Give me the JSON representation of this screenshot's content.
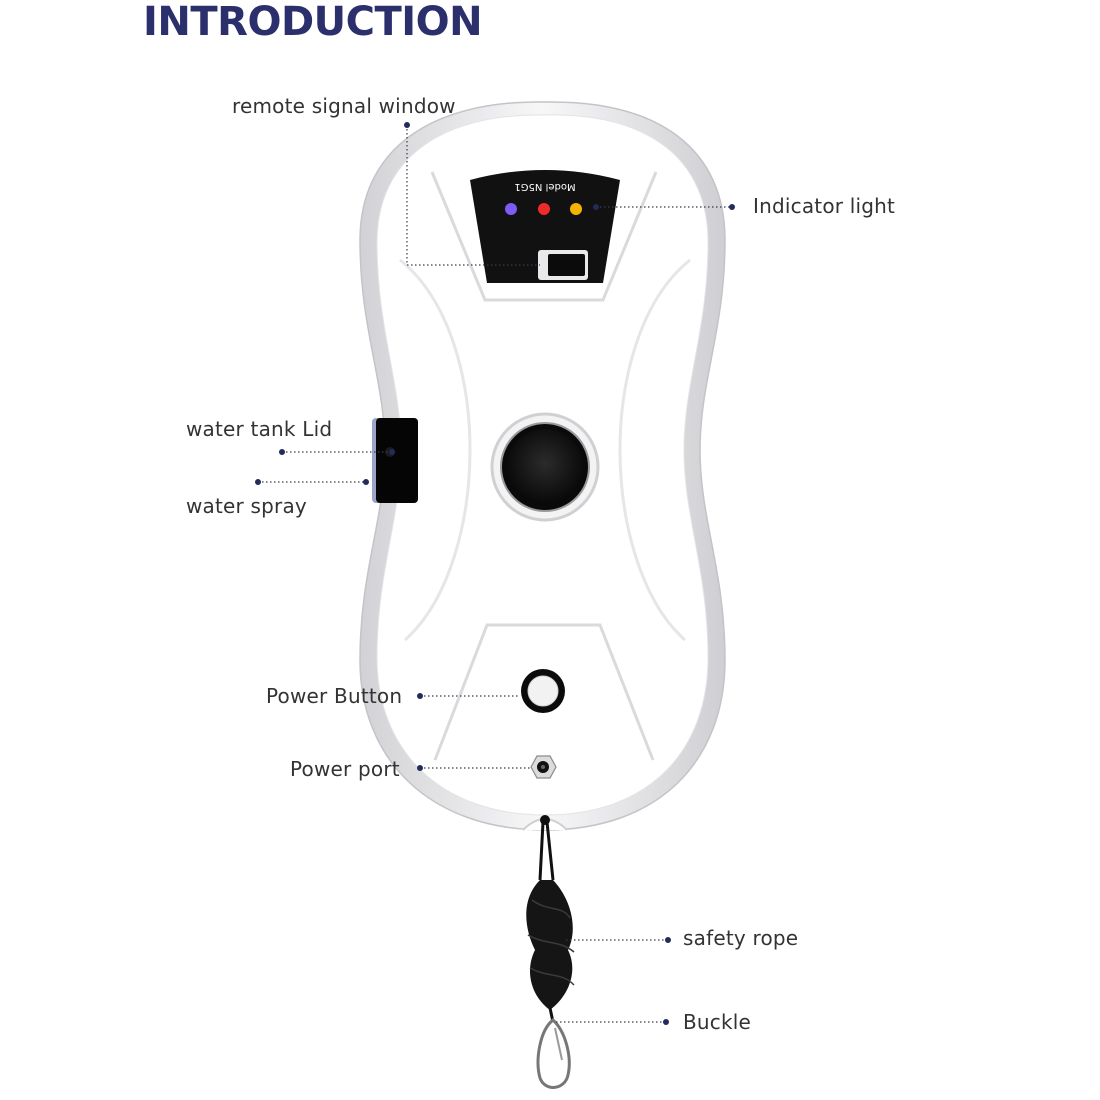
{
  "title": "INTRODUCTION",
  "colors": {
    "title": "#2b2f6b",
    "dot": "#232a5c",
    "led_blue": "#7c5cf5",
    "led_red": "#ef2a2a",
    "led_yellow": "#f4b400"
  },
  "device": {
    "model_label": "Model N5G1"
  },
  "labels": {
    "remote_signal_window": "remote signal window",
    "indicator_light": "Indicator light",
    "water_tank_lid": "water tank Lid",
    "water_spray": "water spray",
    "power_button": "Power Button",
    "power_port": "Power port",
    "safety_rope": "safety rope",
    "buckle": "Buckle"
  }
}
